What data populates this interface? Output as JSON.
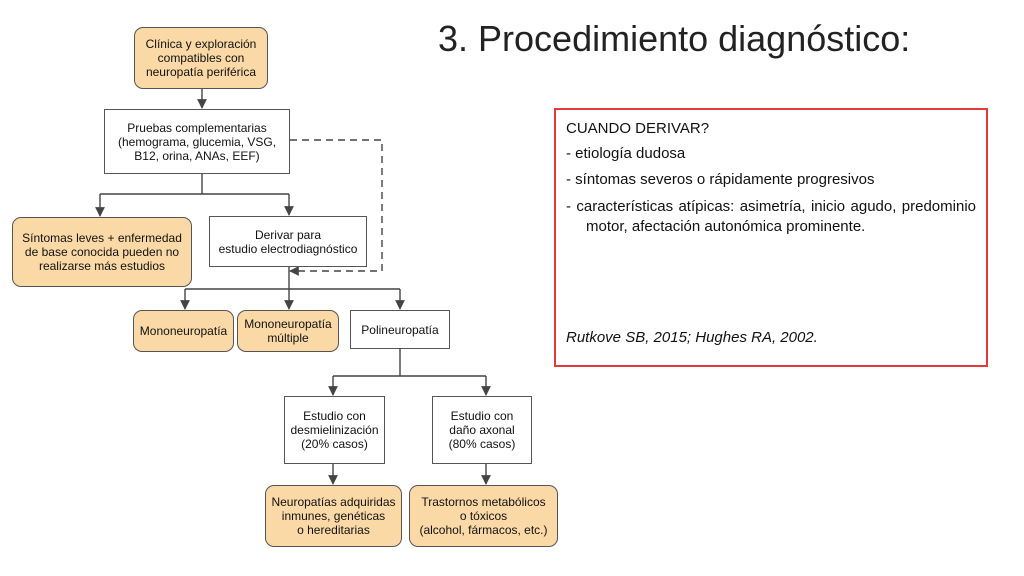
{
  "slide": {
    "title": "3. Procedimiento diagnóstico:"
  },
  "flowchart": {
    "nodes": {
      "clinica": "Clínica y exploración\ncompatibles con\nneuropatía periférica",
      "pruebas": "Pruebas complementarias\n(hemograma, glucemia, VSG,\nB12, orina, ANAs, EEF)",
      "sintomas_leves": "Síntomas leves + enfermedad\nde base conocida pueden no\nrealizarse más estudios",
      "derivar": "Derivar para\nestudio electrodiagnóstico",
      "mononeuropatia": "Mononeuropatía",
      "mononeuropatia_multiple": "Mononeuropatía\nmúltiple",
      "polineuropatia": "Polineuropatía",
      "desmielinizacion": "Estudio con\ndesmielinización\n(20% casos)",
      "axonal": "Estudio con\ndaño axonal\n(80% casos)",
      "adquiridas": "Neuropatías adquiridas\ninmunes, genéticas\no hereditarias",
      "trastornos": "Trastornos metabólicos\no tóxicos\n(alcohol, fármacos, etc.)"
    },
    "colors": {
      "terminal_fill": "#fbd9a6",
      "border": "#555555",
      "arrow": "#444444"
    }
  },
  "info_box": {
    "heading": "CUANDO DERIVAR?",
    "items": [
      "- etiología dudosa",
      "- síntomas severos o rápidamente progresivos",
      "- características atípicas: asimetría, inicio agudo, predominio motor, afectación autonómica prominente."
    ],
    "citation": "Rutkove SB, 2015; Hughes RA, 2002.",
    "border_color": "#e03a3a"
  }
}
